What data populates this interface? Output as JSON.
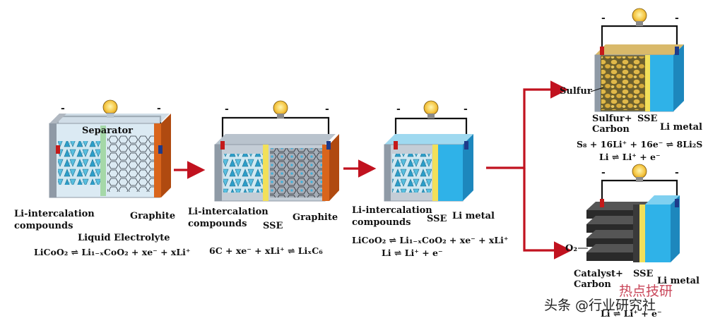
{
  "panel1": {
    "separator": "Separator",
    "cathode": "Li-intercalation",
    "cathode2": "compounds",
    "anode": "Graphite",
    "electrolyte": "Liquid Electrolyte",
    "equation": "LiCoO₂ ⇌ Li₁₋ₓCoO₂ + xe⁻ + xLi⁺"
  },
  "panel2": {
    "cathode": "Li-intercalation",
    "cathode2": "compounds",
    "electrolyte": "SSE",
    "anode": "Graphite",
    "equation": "6C + xe⁻ + xLi⁺ ⇌ LiₓC₆"
  },
  "panel3": {
    "cathode": "Li-intercalation",
    "cathode2": "compounds",
    "electrolyte": "SSE",
    "anode": "Li metal",
    "equation1": "LiCoO₂ ⇌ Li₁₋ₓCoO₂ + xe⁻ + xLi⁺",
    "equation2": "Li ⇌ Li⁺ + e⁻"
  },
  "panel4": {
    "sulfur": "Sulfur",
    "cathode": "Sulfur+",
    "cathode2": "Carbon",
    "electrolyte": "SSE",
    "anode": "Li metal",
    "equation1": "S₈ + 16Li⁺ + 16e⁻ ⇌ 8Li₂S",
    "equation2": "Li ⇌ Li⁺ + e⁻"
  },
  "panel5": {
    "oxygen": "O₂",
    "cathode": "Catalyst+",
    "cathode2": "Carbon",
    "electrolyte": "SSE",
    "anode": "Li metal",
    "equation2": "Li ⇌ Li⁺ + e⁻"
  },
  "signs": {
    "minus": "-",
    "plus": "+"
  },
  "watermark": "头条 @行业研究社",
  "watermark_red": "热点技研",
  "colors": {
    "arrow": "#c1121f",
    "orange_electrode": "#d9651c",
    "blue_li": "#2fb2e8",
    "sse": "#f2e05a",
    "gray_frame": "#8f9aa6",
    "graphite_bg": "#9aa3ad",
    "sulfur": "#d9b24a",
    "wire": "#111111"
  }
}
